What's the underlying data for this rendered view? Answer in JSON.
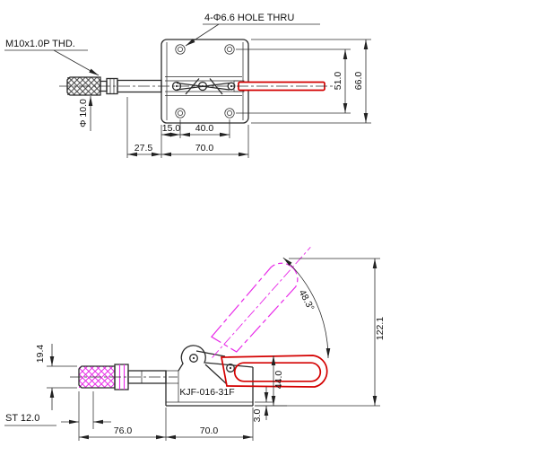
{
  "colors": {
    "outline": "#2b2b2b",
    "accent_red": "#d40000",
    "accent_magenta": "#e82ae8"
  },
  "top_view": {
    "hole_note": "4-Φ6.6 HOLE THRU",
    "thread_note": "M10x1.0P THD.",
    "dims": {
      "rod_diameter": "Φ 10.0",
      "hole_offset_x": "15.0",
      "hole_pitch_x": "40.0",
      "rod_clearance": "27.5",
      "plate_width": "70.0",
      "hole_pitch_y": "51.0",
      "plate_height": "66.0"
    }
  },
  "side_view": {
    "model": "KJF-016-31F",
    "dims": {
      "thread_section_height": "19.4",
      "stroke": "ST 12.0",
      "rod_reach": "76.0",
      "base_width": "70.0",
      "flange_thickness": "3.0",
      "bar_height": "44.0",
      "open_height": "122.1",
      "open_angle": "48.3°"
    }
  }
}
